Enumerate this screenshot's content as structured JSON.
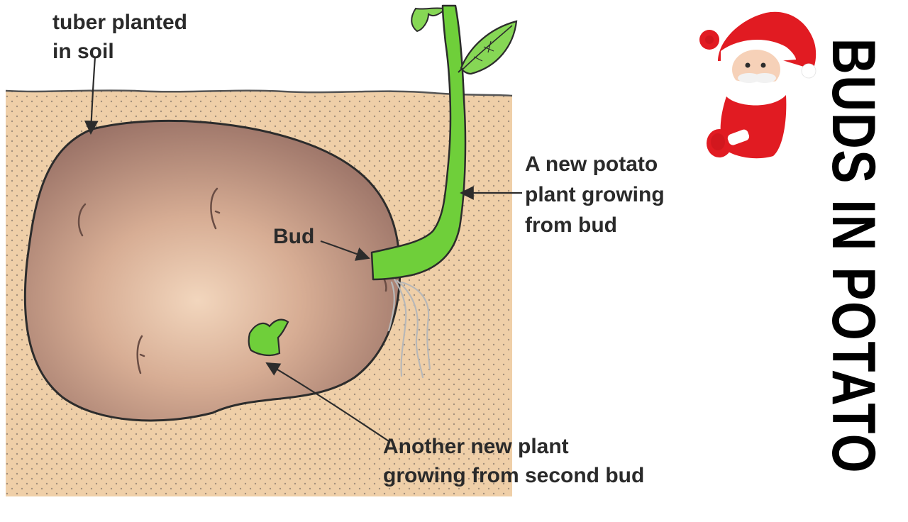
{
  "labels": {
    "tuber_line1": "tuber planted",
    "tuber_line2": "in soil",
    "bud": "Bud",
    "new_plant_line1": "A new potato",
    "new_plant_line2": "plant growing",
    "new_plant_line3": "from bud",
    "another_line1": "Another new plant",
    "another_line2": "growing from second bud"
  },
  "title": "BUDS IN POTATO",
  "icons": {
    "santa": "santa-claus-icon"
  },
  "colors": {
    "soil": "#efcfa8",
    "soil_dots": "#8a7a6c",
    "potato": "#a88276",
    "potato_highlight": "#efd0b6",
    "stem": "#6fcf3a",
    "outline": "#2c2c2c",
    "title": "#000000"
  }
}
